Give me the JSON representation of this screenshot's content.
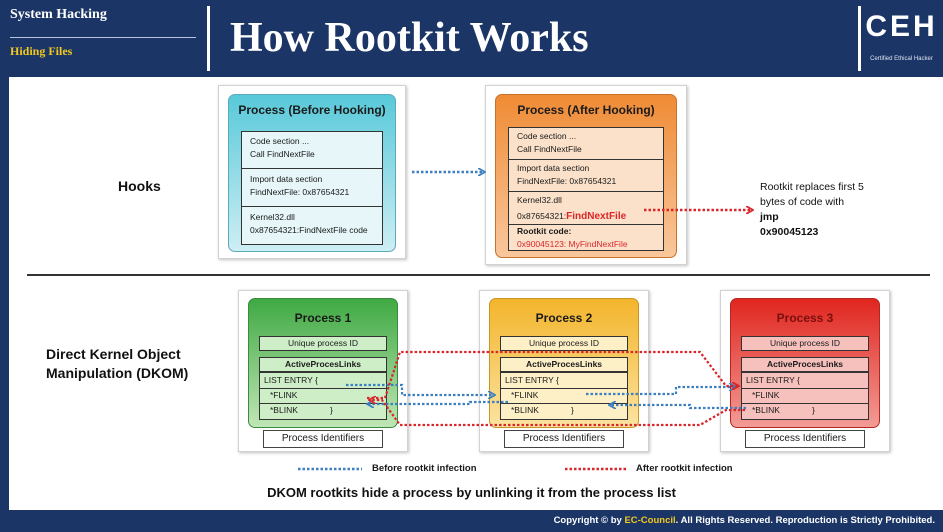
{
  "header": {
    "category": "System Hacking",
    "subcategory": "Hiding Files",
    "title": "How Rootkit Works",
    "logo": {
      "letters": "CEH",
      "sub": "Certified  Ethical  Hacker"
    }
  },
  "hooks": {
    "label": "Hooks",
    "before": {
      "title": "Process (Before Hooking)",
      "code": [
        "Code section ...",
        "Call FindNextFile"
      ],
      "import": [
        "Import data section",
        "FindNextFile: 0x87654321"
      ],
      "kernel": [
        "Kernel32.dll",
        "0x87654321:FindNextFile code"
      ]
    },
    "after": {
      "title": "Process (After Hooking)",
      "code": [
        "Code section ...",
        "Call FindNextFile"
      ],
      "import": [
        "Import data section",
        "FindNextFile: 0x87654321"
      ],
      "kernel_name": "Kernel32.dll",
      "kernel_addr": "0x87654321:",
      "kernel_func": "FindNextFile",
      "rootkit_label": "Rootkit code:",
      "rootkit_code": "0x90045123: MyFindNextFile"
    },
    "note": {
      "line1": "Rootkit replaces first 5",
      "line2": "bytes of code with",
      "line3": "jmp",
      "line4": "0x90045123"
    }
  },
  "dkom": {
    "label_line1": "Direct Kernel Object",
    "label_line2": "Manipulation (DKOM)",
    "processes": [
      {
        "title": "Process 1",
        "id": "Unique process ID",
        "links": "ActiveProcesLinks",
        "entry": "LIST ENTRY {",
        "flink": "*FLINK",
        "blink": "*BLINK",
        "close": "}",
        "identifiers": "Process Identifiers",
        "color": "#48b04a"
      },
      {
        "title": "Process 2",
        "id": "Unique process ID",
        "links": "ActiveProcesLinks",
        "entry": "LIST ENTRY {",
        "flink": "*FLINK",
        "blink": "*BLINK",
        "close": "}",
        "identifiers": "Process Identifiers",
        "color": "#f4b731"
      },
      {
        "title": "Process 3",
        "id": "Unique process ID",
        "links": "ActiveProcesLinks",
        "entry": "LIST ENTRY {",
        "flink": "*FLINK",
        "blink": "*BLINK",
        "close": "}",
        "identifiers": "Process Identifiers",
        "color": "#e2322c"
      }
    ],
    "legend": {
      "before": "Before rootkit infection",
      "after": "After rootkit infection",
      "before_color": "#3b7fc1",
      "after_color": "#d9262b"
    },
    "caption": "DKOM rootkits hide a process by unlinking it from the process list"
  },
  "footer": {
    "prefix": "Copyright © by",
    "brand": "EC-Council",
    "suffix": ". All Rights Reserved. Reproduction is Strictly Prohibited."
  }
}
